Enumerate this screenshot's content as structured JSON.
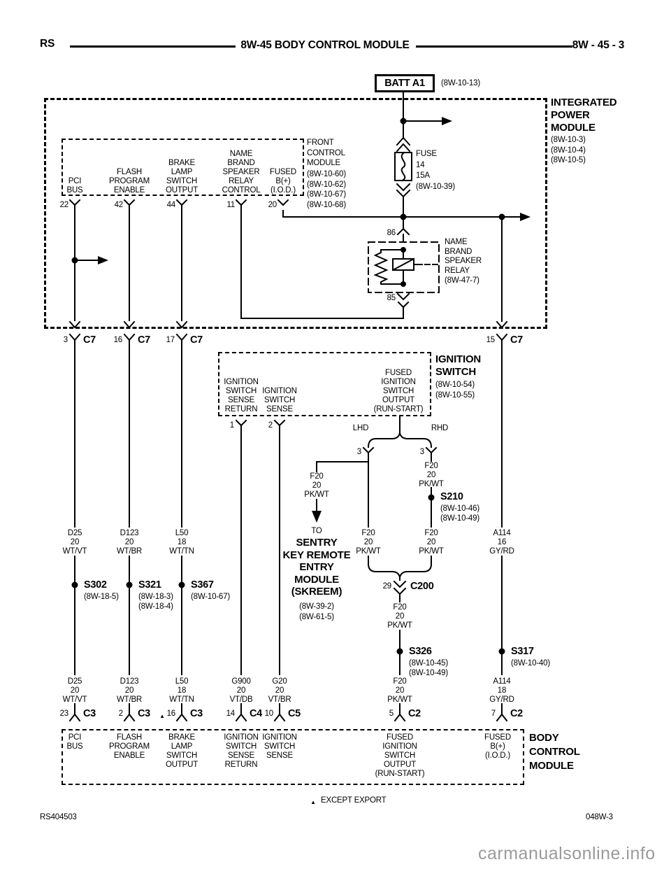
{
  "header": {
    "page_left": "RS",
    "title": "8W-45 BODY CONTROL MODULE",
    "page_right": "8W - 45 - 3"
  },
  "batt": {
    "label": "BATT A1",
    "ref": "(8W-10-13)"
  },
  "ipm": {
    "title": "INTEGRATED\nPOWER\nMODULE",
    "refs": "(8W-10-3)\n(8W-10-4)\n(8W-10-5)"
  },
  "fuse": {
    "label": "FUSE\n14\n15A\n(8W-10-39)"
  },
  "fcm": {
    "title": "FRONT\nCONTROL\nMODULE",
    "refs": "(8W-10-60)\n(8W-10-62)\n(8W-10-67)\n(8W-10-68)",
    "pins": [
      {
        "num": "22",
        "label": "PCI\nBUS"
      },
      {
        "num": "42",
        "label": "FLASH\nPROGRAM\nENABLE"
      },
      {
        "num": "44",
        "label": "BRAKE\nLAMP\nSWITCH\nOUTPUT"
      },
      {
        "num": "11",
        "label": "NAME\nBRAND\nSPEAKER\nRELAY\nCONTROL"
      },
      {
        "num": "20",
        "label": "FUSED\nB(+)\n(I.O.D.)"
      }
    ]
  },
  "relay": {
    "pin_top": "86",
    "pin_bottom": "85",
    "label": "NAME\nBRAND\nSPEAKER\nRELAY",
    "ref": "(8W-47-7)"
  },
  "c7": {
    "pins": [
      {
        "num": "3",
        "conn": "C7"
      },
      {
        "num": "16",
        "conn": "C7"
      },
      {
        "num": "17",
        "conn": "C7"
      },
      {
        "num": "15",
        "conn": "C7"
      }
    ]
  },
  "ignition": {
    "title": "IGNITION\nSWITCH",
    "refs": "(8W-10-54)\n(8W-10-55)",
    "pin1_num": "1",
    "pin1_label": "IGNITION\nSWITCH\nSENSE\nRETURN",
    "pin2_num": "2",
    "pin2_label": "IGNITION\nSWITCH\nSENSE",
    "output_label": "FUSED\nIGNITION\nSWITCH\nOUTPUT\n(RUN-START)",
    "lhd": "LHD",
    "rhd": "RHD",
    "lhd_pin": "3",
    "rhd_pin": "3"
  },
  "skreem": {
    "to": "TO",
    "title": "SENTRY\nKEY REMOTE\nENTRY\nMODULE\n(SKREEM)",
    "refs": "(8W-39-2)\n(8W-61-5)"
  },
  "c200": {
    "num": "29",
    "name": "C200"
  },
  "wires": {
    "d25_top": "D25\n20\nWT/VT",
    "d123_top": "D123\n20\nWT/BR",
    "l50_top": "L50\n18\nWT/TN",
    "d25_bot": "D25\n20\nWT/VT",
    "d123_bot": "D123\n20\nWT/BR",
    "l50_bot": "L50\n18\nWT/TN",
    "g900": "G900\n20\nVT/DB",
    "g20": "G20\n20\nVT/BR",
    "f20_branch": "F20\n20\nPK/WT",
    "f20_lhd": "F20\n20\nPK/WT",
    "f20_rhd_top": "F20\n20\nPK/WT",
    "f20_rhd_bot": "F20\n20\nPK/WT",
    "f20_mid": "F20\n20\nPK/WT",
    "f20_bot": "F20\n20\nPK/WT",
    "a114_top": "A114\n16\nGY/RD",
    "a114_bot": "A114\n18\nGY/RD"
  },
  "splices": {
    "s302": {
      "name": "S302",
      "refs": "(8W-18-5)"
    },
    "s321": {
      "name": "S321",
      "refs": "(8W-18-3)\n(8W-18-4)"
    },
    "s367": {
      "name": "S367",
      "refs": "(8W-10-67)"
    },
    "s210": {
      "name": "S210",
      "refs": "(8W-10-46)\n(8W-10-49)"
    },
    "s326": {
      "name": "S326",
      "refs": "(8W-10-45)\n(8W-10-49)"
    },
    "s317": {
      "name": "S317",
      "refs": "(8W-10-40)"
    }
  },
  "bcm": {
    "title": "BODY\nCONTROL\nMODULE",
    "pins": [
      {
        "num": "23",
        "conn": "C3",
        "label": "PCI\nBUS",
        "marker": ""
      },
      {
        "num": "2",
        "conn": "C3",
        "label": "FLASH\nPROGRAM\nENABLE",
        "marker": ""
      },
      {
        "num": "16",
        "conn": "C3",
        "label": "BRAKE\nLAMP\nSWITCH\nOUTPUT",
        "marker": "▲"
      },
      {
        "num": "14",
        "conn": "C4",
        "label": "IGNITION\nSWITCH\nSENSE\nRETURN",
        "marker": ""
      },
      {
        "num": "10",
        "conn": "C5",
        "label": "IGNITION\nSWITCH\nSENSE",
        "marker": ""
      },
      {
        "num": "5",
        "conn": "C2",
        "label": "FUSED\nIGNITION\nSWITCH\nOUTPUT\n(RUN-START)",
        "marker": ""
      },
      {
        "num": "7",
        "conn": "C2",
        "label": "FUSED\nB(+)\n(I.O.D.)",
        "marker": ""
      }
    ]
  },
  "footer": {
    "note_marker": "▲",
    "note": "EXCEPT EXPORT",
    "doc_left": "RS404503",
    "doc_right": "048W-3",
    "watermark": "carmanualsonline.info"
  }
}
